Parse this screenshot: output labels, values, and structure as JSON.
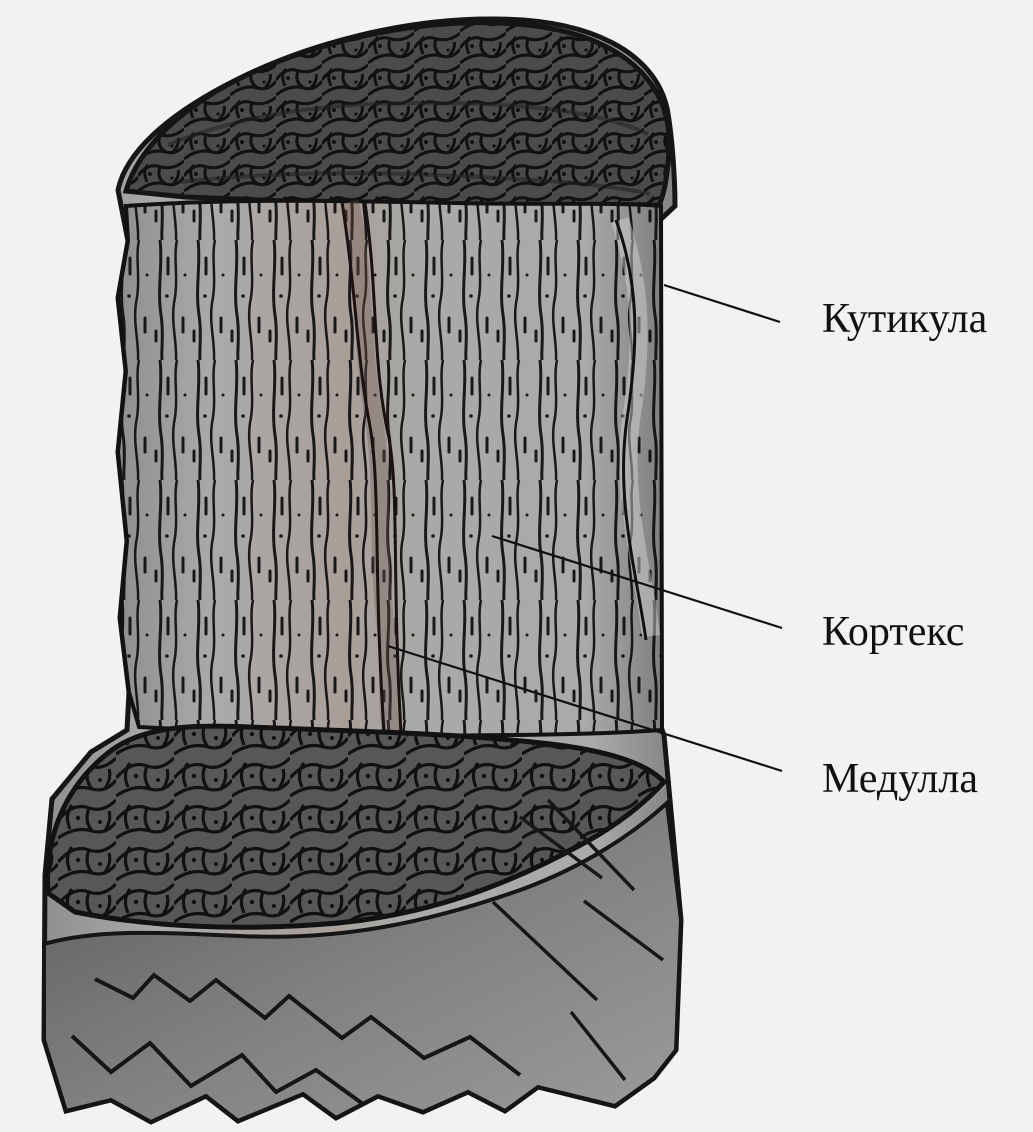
{
  "labels": {
    "cuticle": "Кутикула",
    "cortex": "Кортекс",
    "medulla": "Медулла"
  },
  "colors": {
    "background": "#f2f2f0",
    "ink": "#111111",
    "cortex_fill": "#a7a9a8",
    "cortex_dark": "#8e8f8d",
    "top_section": "#4c4c4c",
    "bottom_section": "#595959",
    "medulla_tint": "#8f7c72"
  }
}
